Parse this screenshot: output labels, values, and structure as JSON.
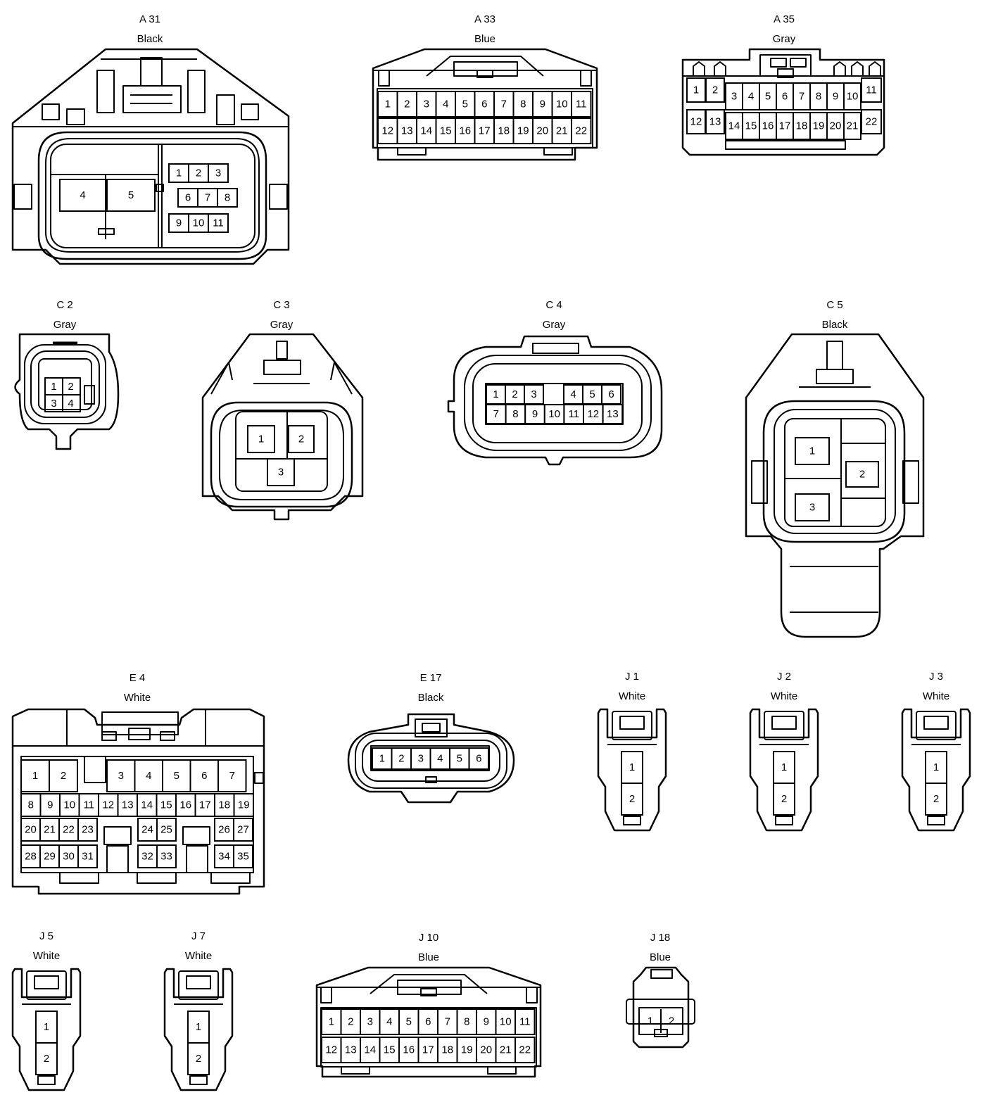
{
  "connectors": [
    {
      "id": "A 31",
      "color": "Black",
      "pins": [
        "4",
        "5",
        "1",
        "2",
        "3",
        "6",
        "7",
        "8",
        "9",
        "10",
        "11"
      ]
    },
    {
      "id": "A 33",
      "color": "Blue",
      "pins": [
        "1",
        "2",
        "3",
        "4",
        "5",
        "6",
        "7",
        "8",
        "9",
        "10",
        "11",
        "12",
        "13",
        "14",
        "15",
        "16",
        "17",
        "18",
        "19",
        "20",
        "21",
        "22"
      ]
    },
    {
      "id": "A 35",
      "color": "Gray",
      "pins": [
        "1",
        "2",
        "3",
        "4",
        "5",
        "6",
        "7",
        "8",
        "9",
        "10",
        "11",
        "12",
        "13",
        "14",
        "15",
        "16",
        "17",
        "18",
        "19",
        "20",
        "21",
        "22"
      ]
    },
    {
      "id": "C 2",
      "color": "Gray",
      "pins": [
        "1",
        "2",
        "3",
        "4"
      ]
    },
    {
      "id": "C 3",
      "color": "Gray",
      "pins": [
        "1",
        "2",
        "3"
      ]
    },
    {
      "id": "C 4",
      "color": "Gray",
      "pins": [
        "1",
        "2",
        "3",
        "4",
        "5",
        "6",
        "7",
        "8",
        "9",
        "10",
        "11",
        "12",
        "13"
      ]
    },
    {
      "id": "C 5",
      "color": "Black",
      "pins": [
        "1",
        "2",
        "3"
      ]
    },
    {
      "id": "E 4",
      "color": "White",
      "pins": [
        "1",
        "2",
        "3",
        "4",
        "5",
        "6",
        "7",
        "8",
        "9",
        "10",
        "11",
        "12",
        "13",
        "14",
        "15",
        "16",
        "17",
        "18",
        "19",
        "20",
        "21",
        "22",
        "23",
        "24",
        "25",
        "26",
        "27",
        "28",
        "29",
        "30",
        "31",
        "32",
        "33",
        "34",
        "35"
      ]
    },
    {
      "id": "E 17",
      "color": "Black",
      "pins": [
        "1",
        "2",
        "3",
        "4",
        "5",
        "6"
      ]
    },
    {
      "id": "J 1",
      "color": "White",
      "pins": [
        "1",
        "2"
      ]
    },
    {
      "id": "J 2",
      "color": "White",
      "pins": [
        "1",
        "2"
      ]
    },
    {
      "id": "J 3",
      "color": "White",
      "pins": [
        "1",
        "2"
      ]
    },
    {
      "id": "J 5",
      "color": "White",
      "pins": [
        "1",
        "2"
      ]
    },
    {
      "id": "J 7",
      "color": "White",
      "pins": [
        "1",
        "2"
      ]
    },
    {
      "id": "J 10",
      "color": "Blue",
      "pins": [
        "1",
        "2",
        "3",
        "4",
        "5",
        "6",
        "7",
        "8",
        "9",
        "10",
        "11",
        "12",
        "13",
        "14",
        "15",
        "16",
        "17",
        "18",
        "19",
        "20",
        "21",
        "22"
      ]
    },
    {
      "id": "J 18",
      "color": "Blue",
      "pins": [
        "1",
        "2"
      ]
    }
  ]
}
